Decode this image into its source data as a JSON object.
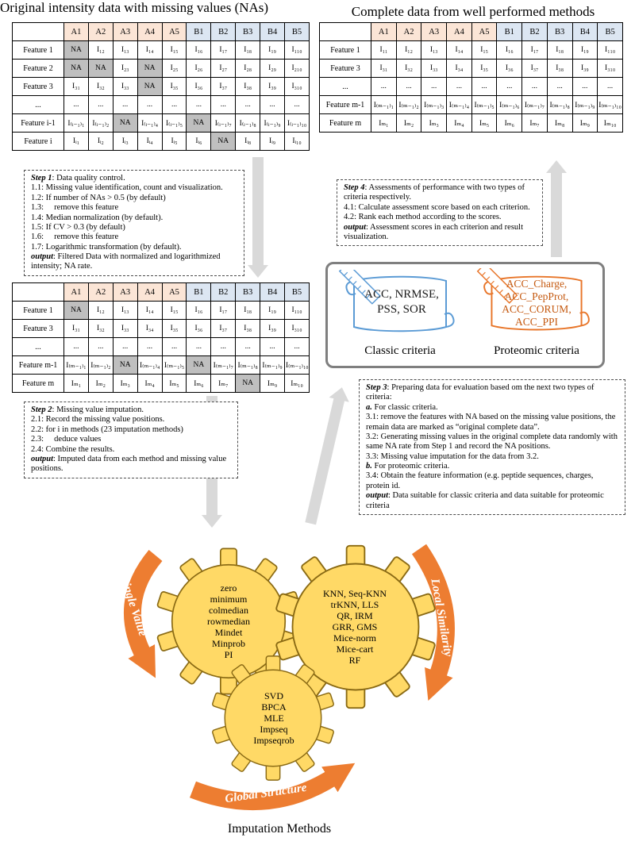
{
  "titles": {
    "left": "Original intensity data with missing values (NAs)",
    "right": "Complete data from well performed methods"
  },
  "tables": {
    "original": {
      "header": [
        "",
        "A1",
        "A2",
        "A3",
        "A4",
        "A5",
        "B1",
        "B2",
        "B3",
        "B4",
        "B5"
      ],
      "rows": [
        {
          "label": "Feature 1",
          "cells": [
            "NA",
            "I₁₂",
            "I₁₃",
            "I₁₄",
            "I₁₅",
            "I₁₆",
            "I₁₇",
            "I₁₈",
            "I₁₉",
            "I₁₁₀"
          ]
        },
        {
          "label": "Feature 2",
          "cells": [
            "NA",
            "NA",
            "I₂₃",
            "NA",
            "I₂₅",
            "I₂₆",
            "I₂₇",
            "I₂₈",
            "I₂₉",
            "I₂₁₀"
          ]
        },
        {
          "label": "Feature 3",
          "cells": [
            "I₃₁",
            "I₃₂",
            "I₃₃",
            "NA",
            "I₃₅",
            "I₃₆",
            "I₃₇",
            "I₃₈",
            "I₃₉",
            "I₃₁₀"
          ]
        },
        {
          "label": "...",
          "cells": [
            "...",
            "...",
            "...",
            "...",
            "...",
            "...",
            "...",
            "...",
            "...",
            "..."
          ]
        },
        {
          "label": "Feature i-1",
          "cells": [
            "I₍ᵢ₋₁₎₁",
            "I₍ᵢ₋₁₎₂",
            "NA",
            "I₍ᵢ₋₁₎₄",
            "I₍ᵢ₋₁₎₅",
            "NA",
            "I₍ᵢ₋₁₎₇",
            "I₍ᵢ₋₁₎₈",
            "I₍ᵢ₋₁₎₉",
            "I₍ᵢ₋₁₎₁₀"
          ]
        },
        {
          "label": "Feature i",
          "cells": [
            "Iᵢ₁",
            "Iᵢ₂",
            "Iᵢ₃",
            "Iᵢ₄",
            "Iᵢ₅",
            "Iᵢ₆",
            "NA",
            "Iᵢ₈",
            "Iᵢ₉",
            "Iᵢ₁₀"
          ]
        }
      ]
    },
    "complete": {
      "header": [
        "",
        "A1",
        "A2",
        "A3",
        "A4",
        "A5",
        "B1",
        "B2",
        "B3",
        "B4",
        "B5"
      ],
      "rows": [
        {
          "label": "Feature 1",
          "cells": [
            "I₁₁",
            "I₁₂",
            "I₁₃",
            "I₁₄",
            "I₁₅",
            "I₁₆",
            "I₁₇",
            "I₁₈",
            "I₁₉",
            "I₁₁₀"
          ]
        },
        {
          "label": "Feature 3",
          "cells": [
            "I₃₁",
            "I₃₂",
            "I₃₃",
            "I₃₄",
            "I₃₅",
            "I₃₆",
            "I₃₇",
            "I₃₈",
            "I₃₉",
            "I₃₁₀"
          ]
        },
        {
          "label": "...",
          "cells": [
            "...",
            "...",
            "...",
            "...",
            "...",
            "...",
            "...",
            "...",
            "...",
            "..."
          ]
        },
        {
          "label": "Feature m-1",
          "cells": [
            "I₍ₘ₋₁₎₁",
            "I₍ₘ₋₁₎₂",
            "I₍ₘ₋₁₎₃",
            "I₍ₘ₋₁₎₄",
            "I₍ₘ₋₁₎₅",
            "I₍ₘ₋₁₎₆",
            "I₍ₘ₋₁₎₇",
            "I₍ₘ₋₁₎₈",
            "I₍ₘ₋₁₎₉",
            "I₍ₘ₋₁₎₁₀"
          ]
        },
        {
          "label": "Feature m",
          "cells": [
            "Iₘ₁",
            "Iₘ₂",
            "Iₘ₃",
            "Iₘ₄",
            "Iₘ₅",
            "Iₘ₆",
            "Iₘ₇",
            "Iₘ₈",
            "Iₘ₉",
            "Iₘ₁₀"
          ]
        }
      ]
    },
    "filtered": {
      "header": [
        "",
        "A1",
        "A2",
        "A3",
        "A4",
        "A5",
        "B1",
        "B2",
        "B3",
        "B4",
        "B5"
      ],
      "rows": [
        {
          "label": "Feature 1",
          "cells": [
            "NA",
            "I₁₂",
            "I₁₃",
            "I₁₄",
            "I₁₅",
            "I₁₆",
            "I₁₇",
            "I₁₈",
            "I₁₉",
            "I₁₁₀"
          ]
        },
        {
          "label": "Feature 3",
          "cells": [
            "I₃₁",
            "I₃₂",
            "I₃₃",
            "I₃₄",
            "I₃₅",
            "I₃₆",
            "I₃₇",
            "I₃₈",
            "I₃₉",
            "I₃₁₀"
          ]
        },
        {
          "label": "...",
          "cells": [
            "...",
            "...",
            "...",
            "...",
            "...",
            "...",
            "...",
            "...",
            "...",
            "..."
          ]
        },
        {
          "label": "Feature m-1",
          "cells": [
            "I₍ₘ₋₁₎₁",
            "I₍ₘ₋₁₎₂",
            "NA",
            "I₍ₘ₋₁₎₄",
            "I₍ₘ₋₁₎₅",
            "NA",
            "I₍ₘ₋₁₎₇",
            "I₍ₘ₋₁₎₈",
            "I₍ₘ₋₁₎₉",
            "I₍ₘ₋₁₎₁₀"
          ]
        },
        {
          "label": "Feature m",
          "cells": [
            "Iₘ₁",
            "Iₘ₂",
            "Iₘ₃",
            "Iₘ₄",
            "Iₘ₅",
            "Iₘ₆",
            "Iₘ₇",
            "NA",
            "Iₘ₉",
            "Iₘ₁₀"
          ]
        }
      ]
    }
  },
  "steps": {
    "step1": {
      "lines": [
        {
          "em": "Step 1",
          "text": ": Data quality control."
        },
        {
          "em": "",
          "text": "1.1: Missing value identification, count and visualization."
        },
        {
          "em": "",
          "text": "1.2: If number of NAs > 0.5 (by default)"
        },
        {
          "em": "",
          "text": "1.3:     remove this feature"
        },
        {
          "em": "",
          "text": "1.4: Median normalization (by default)."
        },
        {
          "em": "",
          "text": "1.5: If CV > 0.3 (by default)"
        },
        {
          "em": "",
          "text": "1.6:     remove this feature"
        },
        {
          "em": "",
          "text": "1.7: Logarithmic transformation (by default)."
        },
        {
          "em": "output",
          "text": ": Filtered Data with normalized and logarithmized intensity; NA rate."
        }
      ]
    },
    "step2": {
      "lines": [
        {
          "em": "Step 2",
          "text": ": Missing value imputation."
        },
        {
          "em": "",
          "text": "2.1: Record the missing value positions."
        },
        {
          "em": "",
          "text": "2.2: for i in methods (23 imputation methods)"
        },
        {
          "em": "",
          "text": "2.3:     deduce values"
        },
        {
          "em": "",
          "text": "2.4: Combine the results."
        },
        {
          "em": "output",
          "text": ": Imputed data from each method and missing value positions."
        }
      ]
    },
    "step3": {
      "lines": [
        {
          "em": "Step 3",
          "text": ": Preparing data for evaluation based om the next two types of criteria:"
        },
        {
          "em": "a.",
          "text": " For classic criteria."
        },
        {
          "em": "",
          "text": "3.1: remove the features with NA based on the missing value positions, the remain data are marked as “original complete data”."
        },
        {
          "em": "",
          "text": "3.2: Generating missing values in the original complete data randomly with same NA rate from Step 1 and record the NA positions."
        },
        {
          "em": "",
          "text": "3.3: Missing value imputation for the data from 3.2."
        },
        {
          "em": "b.",
          "text": " For proteomic criteria."
        },
        {
          "em": "",
          "text": "3.4: Obtain the feature information (e.g. peptide sequences, charges, protein id."
        },
        {
          "em": "output",
          "text": ": Data suitable for classic criteria and data suitable for proteomic criteria"
        }
      ]
    },
    "step4": {
      "lines": [
        {
          "em": "Step 4",
          "text": ": Assessments of performance with two types of criteria respectively."
        },
        {
          "em": "",
          "text": "4.1: Calculate assessment score based on each criterion."
        },
        {
          "em": "",
          "text": "4.2: Rank each method according to the scores."
        },
        {
          "em": "output",
          "text": ": Assessment scores in each criterion and result visualization."
        }
      ]
    }
  },
  "criteria": {
    "classic": {
      "text": "ACC, NRMSE,\nPSS, SOR",
      "label": "Classic criteria"
    },
    "proteomic": {
      "text": "ACC_Charge,\nACC_PepProt,\nACC_CORUM,\nACC_PPI",
      "label": "Proteomic criteria"
    }
  },
  "imputation": {
    "caption": "Imputation Methods",
    "gears": {
      "single_value": {
        "category": "Single Value",
        "methods": "zero\nminimum\ncolmedian\nrowmedian\nMindet\nMinprob\nPI"
      },
      "local_similarity": {
        "category": "Local Similarity",
        "methods": "KNN, Seq-KNN\ntrKNN, LLS\nQR, IRM\nGRR, GMS\nMice-norm\nMice-cart\nRF"
      },
      "global_structure": {
        "category": "Global Structure",
        "methods": "SVD\nBPCA\nMLE\nImpseq\nImpseqrob"
      }
    }
  },
  "colors": {
    "header_a": "#fbe5d6",
    "header_b": "#dce6f2",
    "na_cell": "#bfbfbf",
    "flow_arrow": "#d9d9d9",
    "gear_fill": "#ffd966",
    "gear_stroke": "#8a6a14",
    "category_arrow": "#ed7d31",
    "classic_accent": "#5b9bd5",
    "proteomic_accent": "#e8762a",
    "panel_border": "#7f7f7f",
    "classic_text": "#1a1a1a",
    "proteomic_text": "#c55a11"
  }
}
